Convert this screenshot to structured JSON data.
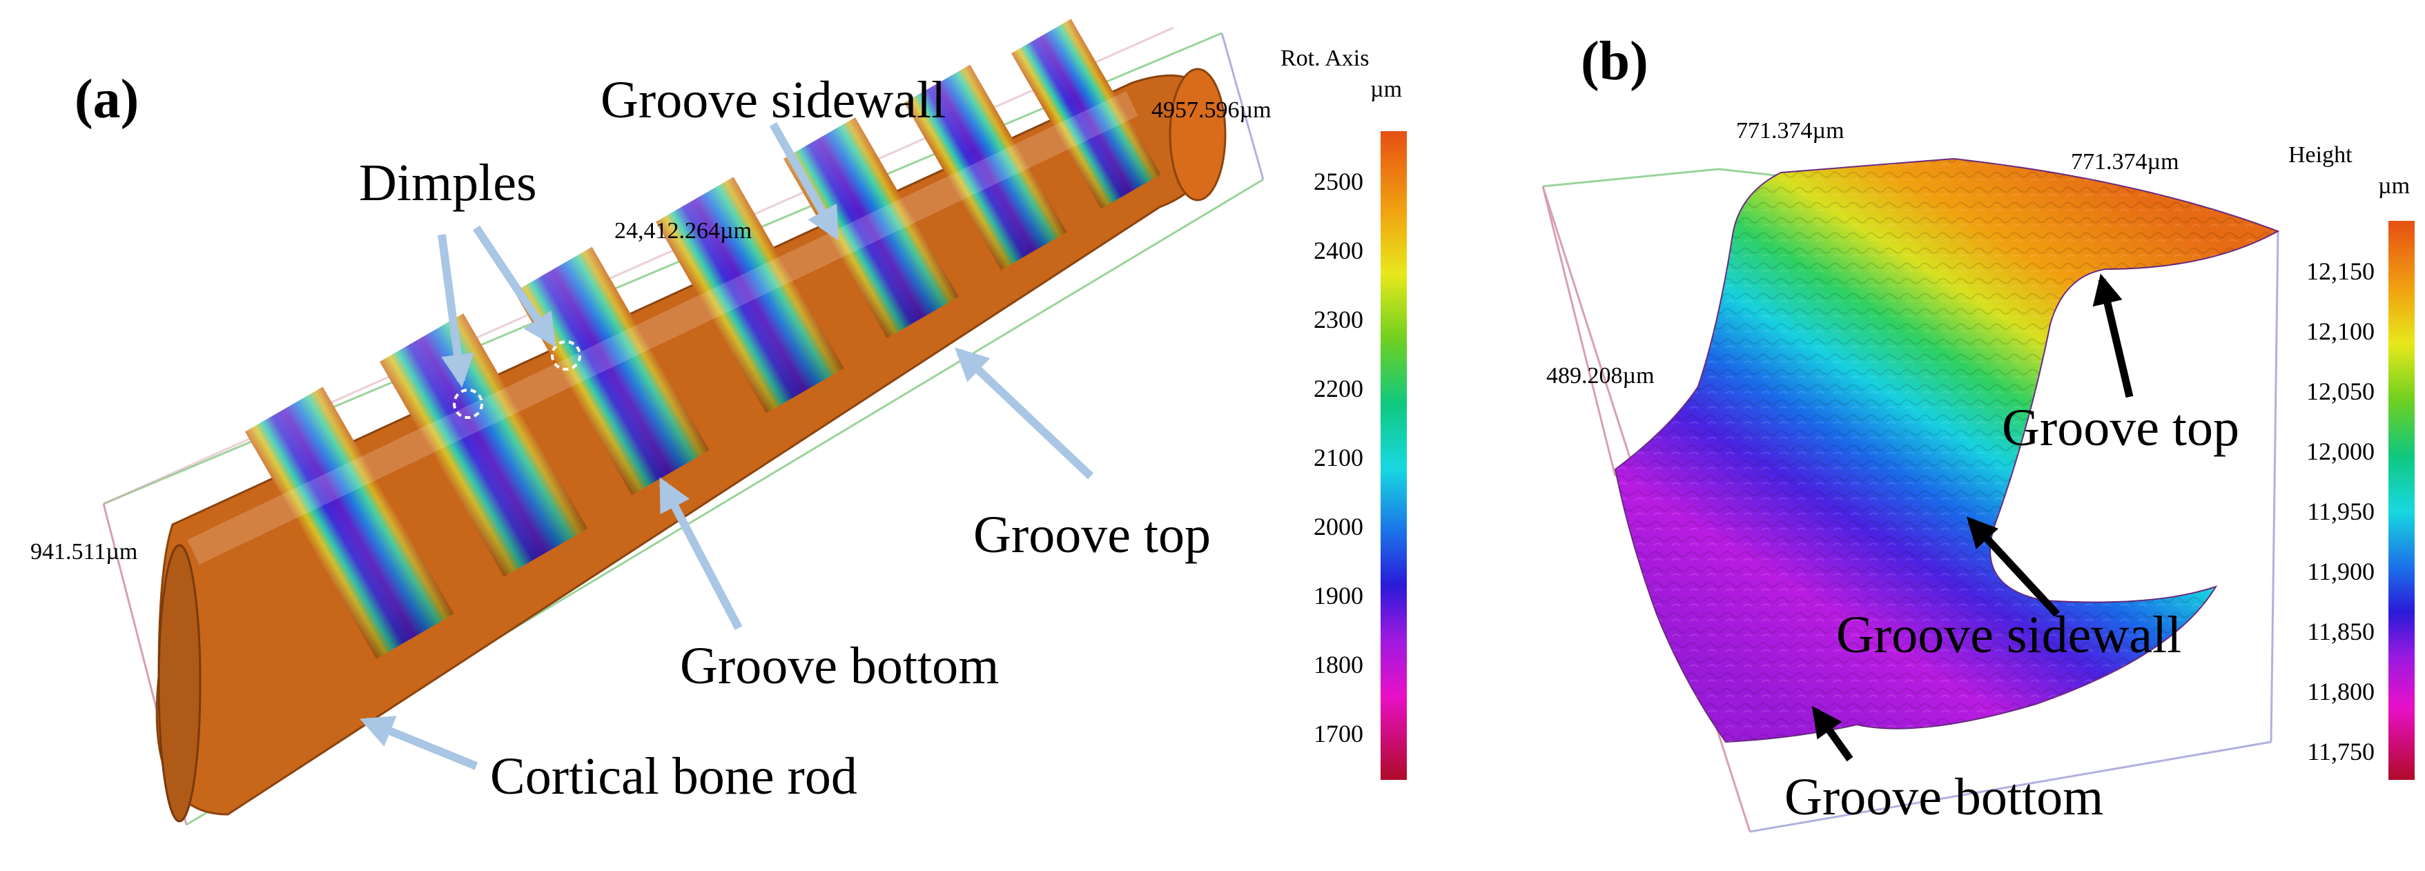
{
  "panel_a": {
    "label": "(a)",
    "annotations": {
      "dimples": "Dimples",
      "groove_sidewall": "Groove sidewall",
      "groove_top": "Groove top",
      "groove_bottom": "Groove bottom",
      "cortical_bone_rod": "Cortical bone rod"
    },
    "dimensions": {
      "length": "24,412.264µm",
      "end_right": "4957.596µm",
      "end_left": "941.511µm"
    },
    "colorbar": {
      "title": "Rot. Axis",
      "unit": "µm",
      "ticks": [
        "2500",
        "2400",
        "2300",
        "2200",
        "2100",
        "2000",
        "1900",
        "1800",
        "1700"
      ]
    }
  },
  "panel_b": {
    "label": "(b)",
    "annotations": {
      "groove_top": "Groove top",
      "groove_sidewall": "Groove sidewall",
      "groove_bottom": "Groove bottom"
    },
    "dimensions": {
      "top_left": "771.374µm",
      "top_right": "771.374µm",
      "side": "489.208µm"
    },
    "colorbar": {
      "title": "Height",
      "unit": "µm",
      "ticks": [
        "12,150",
        "12,100",
        "12,050",
        "12,000",
        "11,950",
        "11,900",
        "11,850",
        "11,800",
        "11,750"
      ]
    }
  },
  "colors": {
    "callout_arrow_a": "#a9c6e4",
    "callout_arrow_b": "#000000",
    "surface_orange": "#c8661a",
    "surface_top": "#e87c1c"
  }
}
